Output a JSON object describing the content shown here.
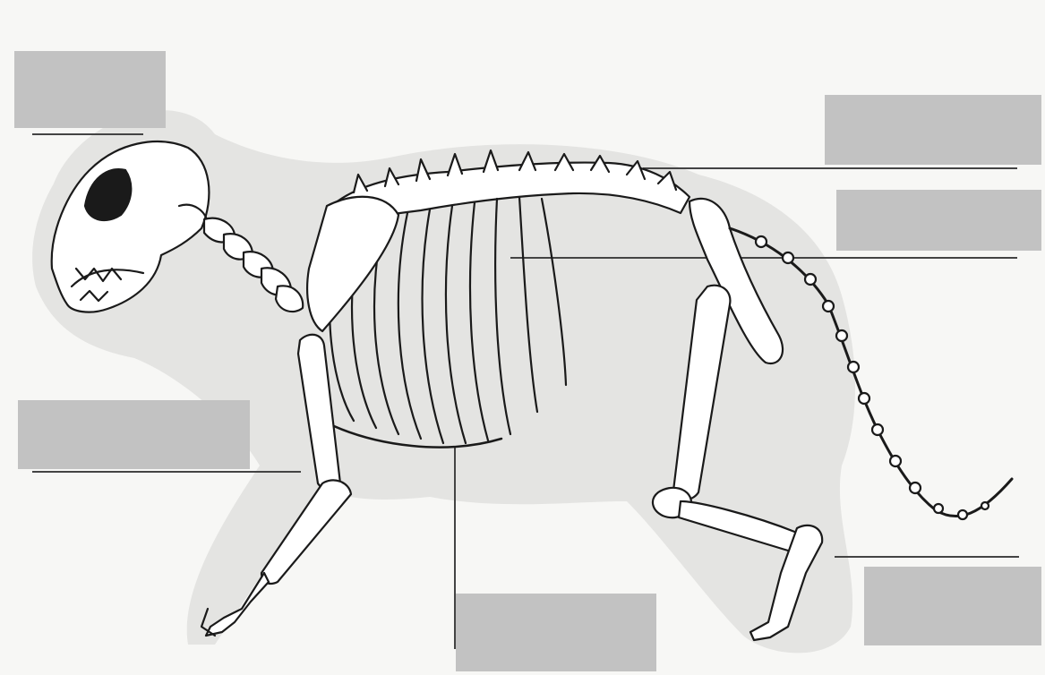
{
  "diagram": {
    "labels": [
      {
        "id": "skull",
        "text": ""
      },
      {
        "id": "spine",
        "text": ""
      },
      {
        "id": "ribs",
        "text": ""
      },
      {
        "id": "foreleg",
        "text": ""
      },
      {
        "id": "sternum",
        "text": ""
      },
      {
        "id": "hindfoot",
        "text": ""
      }
    ],
    "colors": {
      "box_fill": "#c2c2c2",
      "bone_fill": "#ffffff",
      "ink": "#1a1a1a",
      "silhouette": "#e2e2e0",
      "background": "#f7f7f5"
    }
  }
}
